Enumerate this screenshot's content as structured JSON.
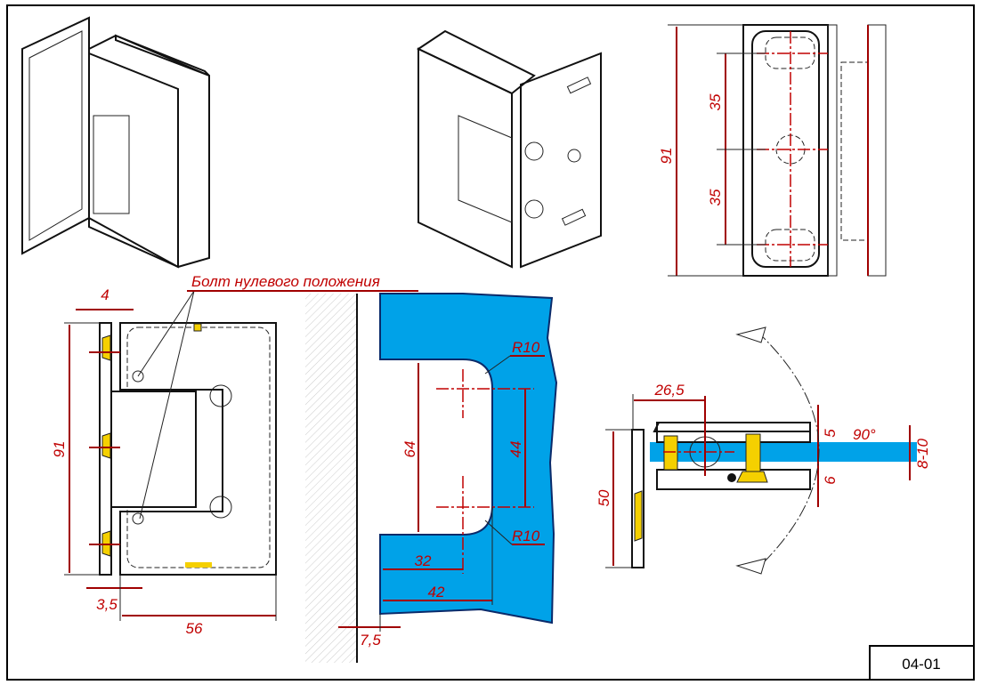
{
  "drawing": {
    "annotation": "Болт нулевого положения",
    "sheet_code": "04-01",
    "colors": {
      "dimension": "#c00000",
      "glass": "#00a2e8",
      "fitting": "#f5d000"
    },
    "side_view": {
      "width_top": "4",
      "height": "91",
      "width_bottom": "3,5",
      "depth": "56"
    },
    "cutout_view": {
      "height": "64",
      "inner": "44",
      "radius_top": "R10",
      "radius_bottom": "R10",
      "depth_inner": "32",
      "depth_outer": "42",
      "offset": "7,5"
    },
    "front_view": {
      "height": "91",
      "spacing_top": "35",
      "spacing_bottom": "35"
    },
    "top_view": {
      "axis": "26,5",
      "top": "5",
      "bottom": "6",
      "height": "50",
      "angle": "90°",
      "glass": "8-10"
    }
  }
}
